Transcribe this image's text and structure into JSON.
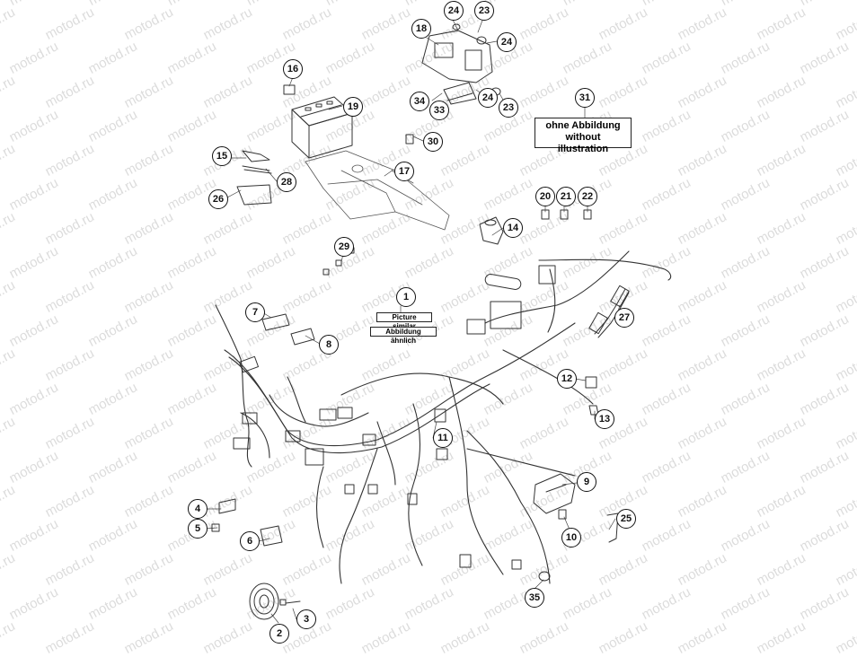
{
  "watermark": "motod.ru",
  "callouts": [
    "1",
    "2",
    "3",
    "4",
    "5",
    "6",
    "7",
    "8",
    "9",
    "10",
    "11",
    "12",
    "13",
    "14",
    "15",
    "16",
    "17",
    "18",
    "19",
    "20",
    "21",
    "22",
    "23",
    "23",
    "24",
    "24",
    "24",
    "25",
    "26",
    "27",
    "28",
    "29",
    "30",
    "31",
    "33",
    "34",
    "35"
  ],
  "notes": {
    "picture_similar": "Picture similar",
    "abbildung_aehnlich": "Abbildung ähnlich",
    "ohne_abbildung": "ohne Abbildung",
    "without_illustration": "without illustration"
  },
  "colors": {
    "line": "#333333",
    "callout_border": "#111111",
    "watermark": "#dcdcdc"
  }
}
